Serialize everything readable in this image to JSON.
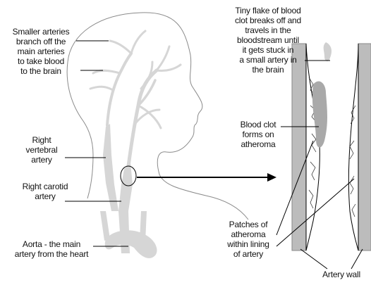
{
  "labels": {
    "smaller_arteries": "Smaller arteries\nbranch off the\nmain arteries\nto take blood\nto the brain",
    "right_vertebral": "Right\nvertebral\nartery",
    "right_carotid": "Right carotid\nartery",
    "aorta": "Aorta - the main\nartery from the heart",
    "tiny_flake": "Tiny flake of blood\nclot breaks off and\ntravels in the\nbloodstream until\nit gets stuck in\na small artery in\nthe brain",
    "blood_clot": "Blood clot\nforms on\natheroma",
    "patches": "Patches of\natheroma\nwithin lining\nof artery",
    "artery_wall": "Artery wall"
  },
  "colors": {
    "artery": "#d6d6d6",
    "wall": "#bcbcbc",
    "clot": "#a9a9a9",
    "outline": "#8a8a8a",
    "leader": "#000000"
  }
}
